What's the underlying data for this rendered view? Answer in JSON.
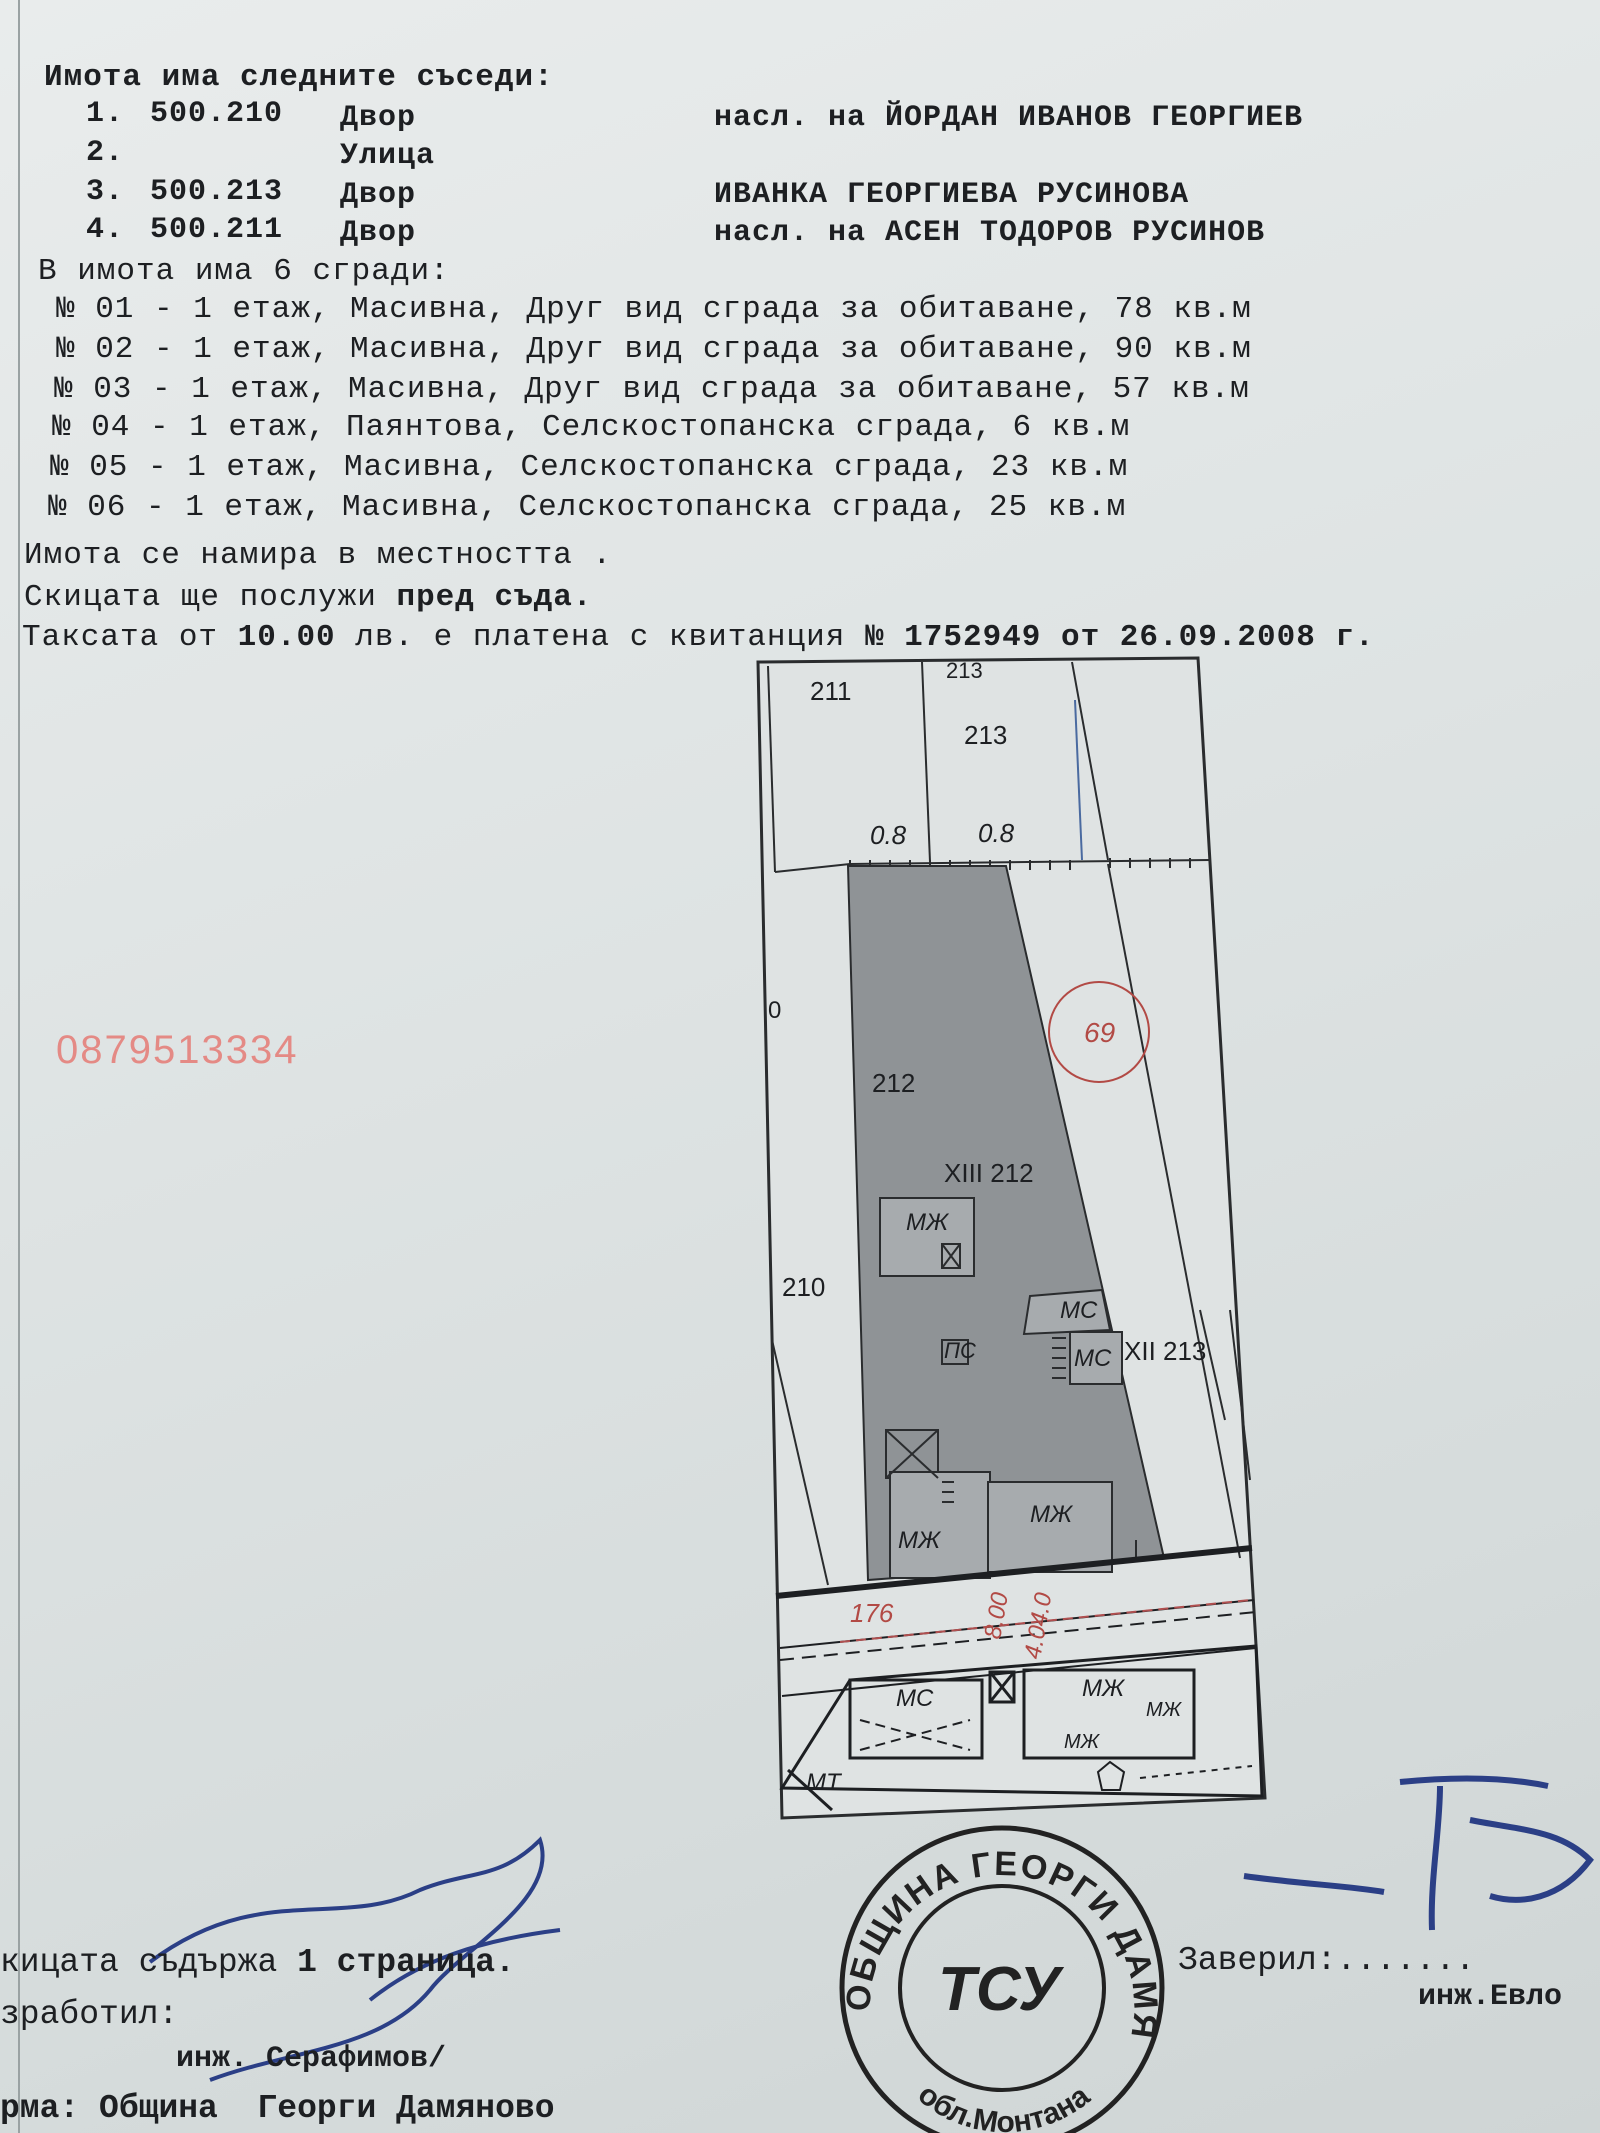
{
  "header": {
    "neighbors_title": "Имота има следните съседи:",
    "neighbors": [
      {
        "num": "1.",
        "id": "500.210",
        "type": "Двор",
        "owner": "насл. на ЙОРДАН ИВАНОВ ГЕОРГИЕВ"
      },
      {
        "num": "2.",
        "id": "",
        "type": "Улица",
        "owner": ""
      },
      {
        "num": "3.",
        "id": "500.213",
        "type": "Двор",
        "owner": "ИВАНКА ГЕОРГИЕВА РУСИНОВА"
      },
      {
        "num": "4.",
        "id": "500.211",
        "type": "Двор",
        "owner": "насл. на АСЕН ТОДОРОВ РУСИНОВ"
      }
    ]
  },
  "buildings": {
    "title": "В имота има 6 сгради:",
    "items": [
      "№ 01 - 1 етаж, Масивна, Друг вид сграда за обитаване, 78 кв.м",
      "№ 02 - 1 етаж, Масивна, Друг вид сграда за обитаване, 90 кв.м",
      "№ 03 - 1 етаж, Масивна, Друг вид сграда за обитаване, 57 кв.м",
      "№ 04 - 1 етаж, Паянтова, Селскостопанска сграда, 6 кв.м",
      "№ 05 - 1 етаж, Масивна, Селскостопанска сграда, 23 кв.м",
      "№ 06 - 1 етаж, Масивна, Селскостопанска сграда, 25 кв.м"
    ]
  },
  "notes": {
    "location": "Имота се намира в местността .",
    "purpose_prefix": "Скицата ще послужи ",
    "purpose_bold": "пред съда.",
    "fee_prefix": "Таксата от ",
    "fee_amount": "10.00",
    "fee_mid": " лв. е платена с квитанция ",
    "fee_receipt": "№ 1752949 от 26.09.2008 г."
  },
  "watermark_phone": "0879513334",
  "map": {
    "labels": {
      "p211": "211",
      "p213_top": "213",
      "p213_mark": "213",
      "d1": "0.8",
      "d2": "0.8",
      "p212": "212",
      "reg212": "XIII 212",
      "reg213": "XII 213",
      "p210": "210",
      "left_o": "0",
      "circle": "69",
      "mzh1": "МЖ",
      "mzh2": "МЖ",
      "mzh3": "МЖ",
      "ms1": "МС",
      "ms2": "МС",
      "ps": "ПС",
      "road_num": "176",
      "dim1": "8.00",
      "dim2": "4.04.0",
      "s_ms": "МС",
      "s_mzh": "МЖ",
      "s_mzh2": "МЖ",
      "s_mzh3": "МЖ",
      "s_mt": "МТ"
    }
  },
  "footer": {
    "pages_prefix": "кицата съдържа ",
    "pages_bold": "1 страница.",
    "made_by": "зработил:",
    "engineer": "инж. Серафимов/",
    "firm_prefix": "рма: ",
    "firm": "Община  Георги Дамяново",
    "verified": "Заверил:.......",
    "verifier": "инж.Евло",
    "stamp_text": "ОБЩИНА ГЕОРГИ ДАМЯНОВО",
    "stamp_center": "ТСУ",
    "stamp_bottom": "обл.Монтана"
  }
}
